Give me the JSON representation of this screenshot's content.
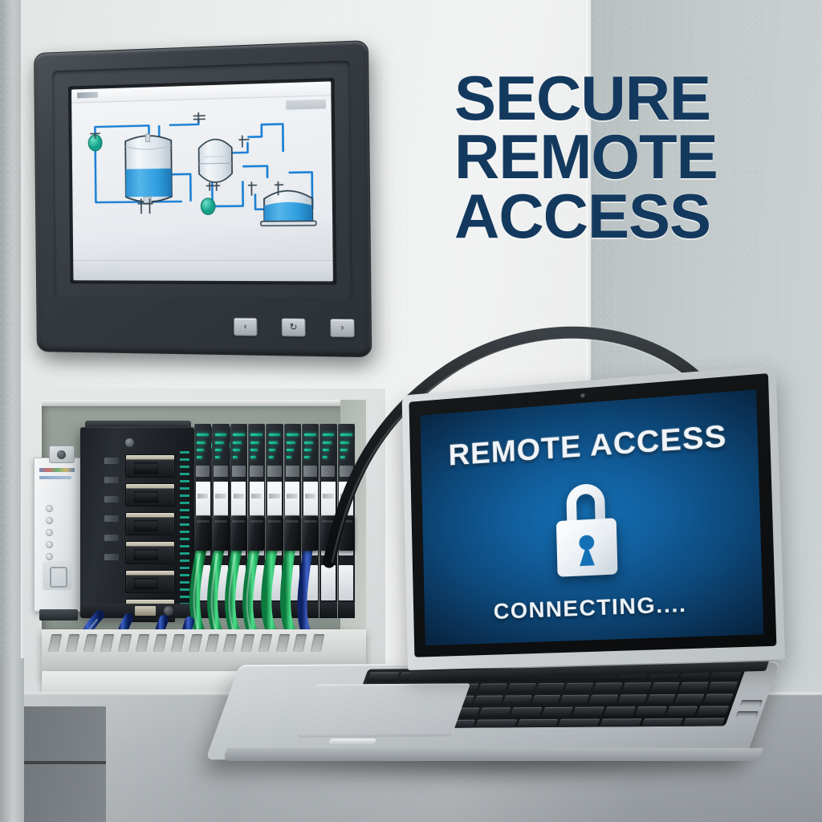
{
  "headline": {
    "line1": "SECURE",
    "line2": "REMOTE",
    "line3": "ACCESS",
    "color": "#14395e"
  },
  "laptop_screen": {
    "title": "REMOTE ACCESS",
    "status": "CONNECTING....",
    "lock_icon": "padlock-closed-icon",
    "background_color": "#0d4778",
    "accent_color": "#1470b4",
    "text_color": "#f0f4f8"
  },
  "hmi_panel": {
    "device": "industrial-hmi-touch-panel",
    "bezel_color": "#3a4147",
    "screen": {
      "diagram_type": "process-scada-mimic",
      "pipe_color": "#1a7fd4",
      "liquid_color": "#2e9fe0",
      "pump_color": "#22b39a",
      "vessels": [
        {
          "name": "tank-1-vertical",
          "fill_percent": 48
        },
        {
          "name": "vessel-2-reactor",
          "fill_percent": 0
        },
        {
          "name": "tank-3-horizontal",
          "fill_percent": 72
        }
      ],
      "pumps": [
        "pump-inlet",
        "pump-transfer"
      ],
      "valves": [
        "valve-top",
        "valve-mid",
        "valve-outlet-1",
        "valve-outlet-2"
      ]
    },
    "buttons": [
      {
        "name": "back-button",
        "glyph": "‹"
      },
      {
        "name": "power-button",
        "glyph": "↻"
      },
      {
        "name": "forward-button",
        "glyph": "›"
      }
    ]
  },
  "cabinet": {
    "name": "control-cabinet-recess",
    "interior_color": "#8d968f",
    "frame_color": "#dcdfdf",
    "devices": {
      "din_module": {
        "name": "din-rail-power-module",
        "color": "#eceeef"
      },
      "network_switch": {
        "name": "industrial-ethernet-switch",
        "port_count": 6,
        "body_color": "#1a1e22"
      },
      "io_modules": {
        "name": "plc-io-module",
        "count": 9,
        "led_color": "#1fd3a8",
        "body_color": "#1d2125"
      }
    },
    "cables": {
      "green_count": 6,
      "green_color": "#1faa5c",
      "blue_count": 5,
      "blue_color": "#1b3f92",
      "black_uplink_color": "#17191b"
    }
  },
  "desk": {
    "name": "metal-workbench",
    "surface_color": "#a9aeb2"
  },
  "keyboard_rows": [
    12,
    13,
    13,
    12,
    9
  ]
}
